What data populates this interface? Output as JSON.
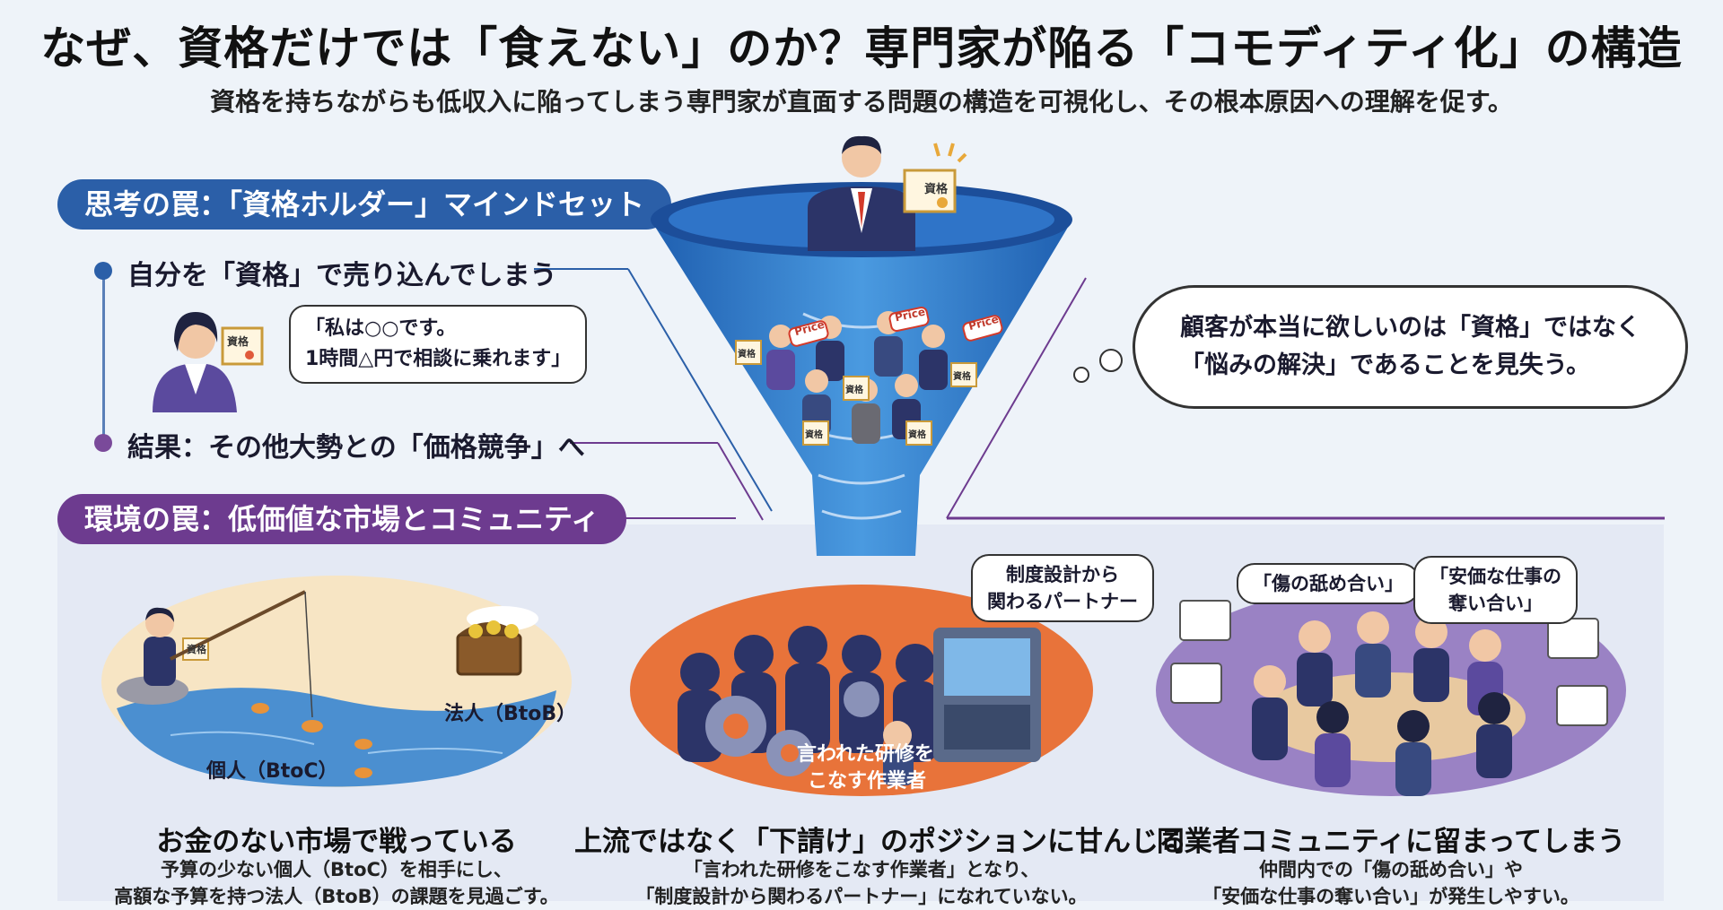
{
  "header": {
    "title": "なぜ、資格だけでは「食えない」のか？専門家が陥る「コモディティ化」の構造",
    "subtitle": "資格を持ちながらも低収入に陥ってしまう専門家が直面する問題の構造を可視化し、その根本原因への理解を促す。"
  },
  "mindset": {
    "heading": "思考の罠：「資格ホルダー」マインドセット",
    "point1": "自分を「資格」で売り込んでしまう",
    "speech_line1": "「私は○○です。",
    "speech_line2": "1時間△円で相談に乗れます」",
    "point2": "結果：その他大勢との「価格競争」へ",
    "certificate_label": "資格"
  },
  "funnel": {
    "person_certificate": "資格",
    "price_tag": "Price",
    "card_label": "資格"
  },
  "thought_bubble": {
    "line1": "顧客が本当に欲しいのは「資格」ではなく",
    "line2": "「悩みの解決」であることを見失う。"
  },
  "environment": {
    "heading": "環境の罠：低価値な市場とコミュニティ"
  },
  "market": {
    "certificate_label": "資格",
    "label_btob": "法人（BtoB）",
    "label_btoc": "個人（BtoC）",
    "caption_title": "お金のない市場で戦っている",
    "caption_line1": "予算の少ない個人（BtoC）を相手にし、",
    "caption_line2": "高額な予算を持つ法人（BtoB）の課題を見過ごす。"
  },
  "position": {
    "bubble_line1": "制度設計から",
    "bubble_line2": "関わるパートナー",
    "overlay_line1": "言われた研修を",
    "overlay_line2": "こなす作業者",
    "caption_title": "上流ではなく「下請け」のポジションに甘んじる",
    "caption_line1": "「言われた研修をこなす作業者」となり、",
    "caption_line2": "「制度設計から関わるパートナー」になれていない。"
  },
  "community": {
    "bubble1": "「傷の舐め合い」",
    "bubble2_line1": "「安価な仕事の",
    "bubble2_line2": "奪い合い」",
    "caption_title": "同業者コミュニティに留まってしまう",
    "caption_line1": "仲間内での「傷の舐め合い」や",
    "caption_line2": "「安価な仕事の奪い合い」が発生しやすい。"
  },
  "colors": {
    "blue": "#2b5fa8",
    "purple": "#6d3b8f",
    "orange": "#e8733a",
    "navy": "#2c3468"
  }
}
